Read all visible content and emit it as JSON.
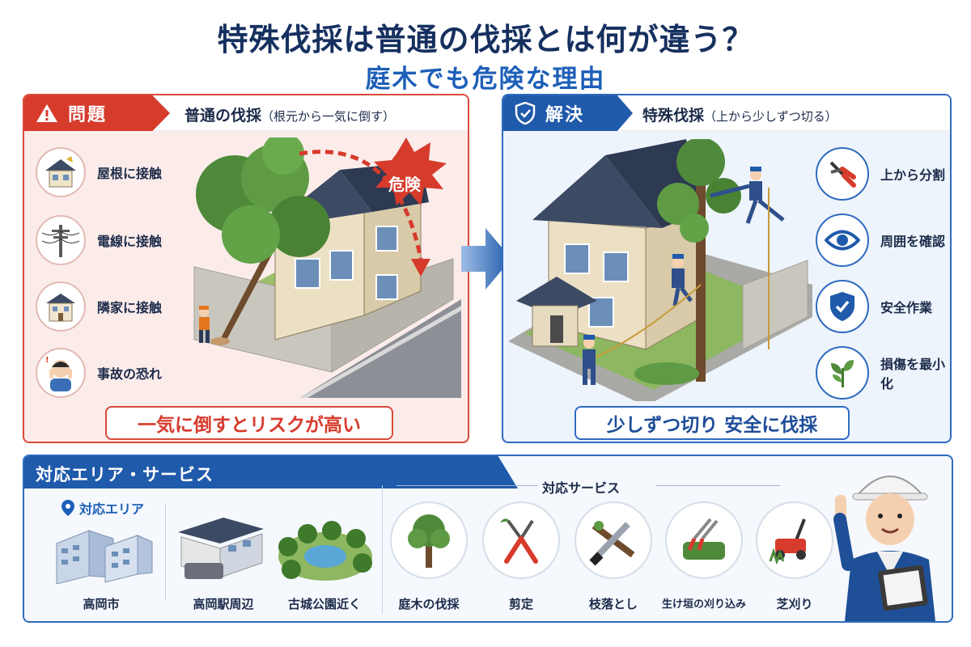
{
  "header": {
    "title": "特殊伐採は普通の伐採とは何が違う？",
    "subtitle": "庭木でも危険な理由"
  },
  "problem": {
    "tab_label": "問題",
    "heading": "普通の伐採",
    "heading_note": "（根元から一気に倒す）",
    "danger_label": "危険",
    "items": [
      {
        "label": "屋根に接触"
      },
      {
        "label": "電線に接触"
      },
      {
        "label": "隣家に接触"
      },
      {
        "label": "事故の恐れ"
      }
    ],
    "banner": "一気に倒すとリスクが高い"
  },
  "solution": {
    "tab_label": "解決",
    "heading": "特殊伐採",
    "heading_note": "（上から少しずつ切る）",
    "items": [
      {
        "label": "上から分割"
      },
      {
        "label": "周囲を確認"
      },
      {
        "label": "安全作業"
      },
      {
        "label": "損傷を最小化"
      }
    ],
    "banner": "少しずつ切り 安全に伐採"
  },
  "service_section": {
    "title": "対応エリア・サービス",
    "area_label": "対応エリア",
    "areas": [
      {
        "label": "高岡市"
      },
      {
        "label": "高岡駅周辺"
      },
      {
        "label": "古城公園近く"
      }
    ],
    "services_label": "対応サービス",
    "services": [
      {
        "label": "庭木の伐採"
      },
      {
        "label": "剪定"
      },
      {
        "label": "枝落とし"
      },
      {
        "label": "生け垣の刈り込み"
      },
      {
        "label": "芝刈り"
      }
    ]
  },
  "colors": {
    "problem_red": "#d63b2c",
    "solution_blue": "#1f5aab",
    "title_navy": "#16305f",
    "subtitle_blue": "#1d5fb8"
  }
}
